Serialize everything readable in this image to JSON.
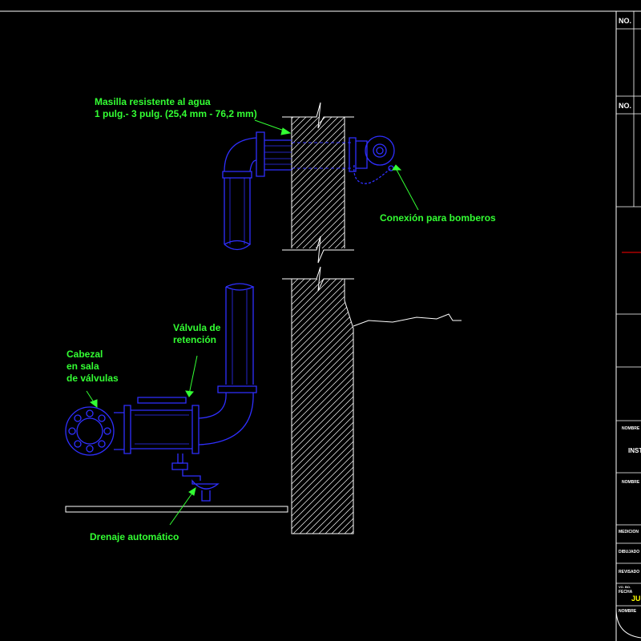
{
  "colors": {
    "background": "#000000",
    "pipe": "#2f2fff",
    "label": "#33ff33",
    "frame": "#ffffff",
    "titleblock_text": "#ffff00",
    "accent_red": "#ff0000"
  },
  "labels": {
    "masilla_line1": "Masilla resistente al agua",
    "masilla_line2": "1 pulg.- 3 pulg. (25,4 mm - 76,2 mm)",
    "conexion": "Conexión para bomberos",
    "valvula_line1": "Válvula de",
    "valvula_line2": "retención",
    "cabezal_line1": "Cabezal",
    "cabezal_line2": "en sala",
    "cabezal_line3": "de válvulas",
    "drenaje": "Drenaje automático"
  },
  "title_block": {
    "no_1": "NO.",
    "no_2": "NO.",
    "nombre_1": "NOMBRE",
    "inst": "INST",
    "nombre_2": "NOMBRE",
    "medicion": "MEDICION",
    "dibujado": "DIBUJADO",
    "revisado": "REVISADO",
    "vo_bo": "VO. BO.",
    "fecha": "FECHA",
    "fecha_value": "JU",
    "nombre_3": "NOMBRE"
  }
}
